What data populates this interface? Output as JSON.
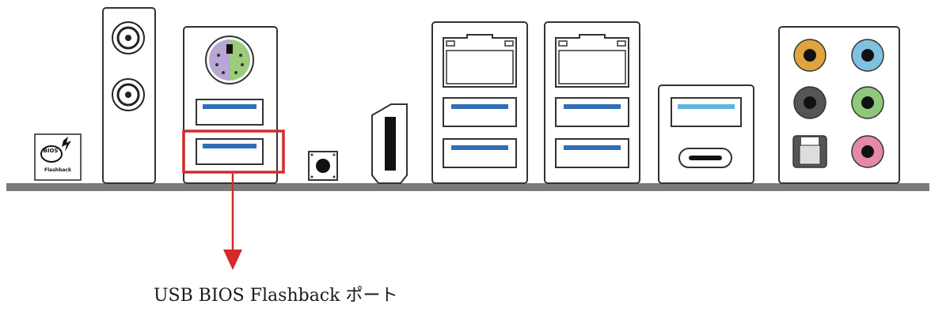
{
  "caption": "USB BIOS Flashback ポート",
  "bios_button": {
    "badge": "BIOS",
    "label": "Flashback"
  },
  "colors": {
    "highlight": "#d42a2a",
    "usb_blue": "#2f6fb8",
    "usb_light_blue": "#62b4e0",
    "ps2_purple": "#b7a6d6",
    "ps2_green": "#9ccb7d",
    "audio_orange": "#e0a43c",
    "audio_blue": "#7fc2e0",
    "audio_gray": "#555555",
    "audio_green": "#8fc87a",
    "audio_pink": "#e48aa8"
  },
  "icons": [
    "bios-flashback-icon",
    "antenna-connector-icon",
    "ps2-port-icon",
    "usb-port-icon",
    "hdmi-port-icon",
    "ethernet-port-icon",
    "usb-c-port-icon",
    "audio-jack-icon",
    "optical-spdif-icon",
    "arrow-down-icon"
  ]
}
